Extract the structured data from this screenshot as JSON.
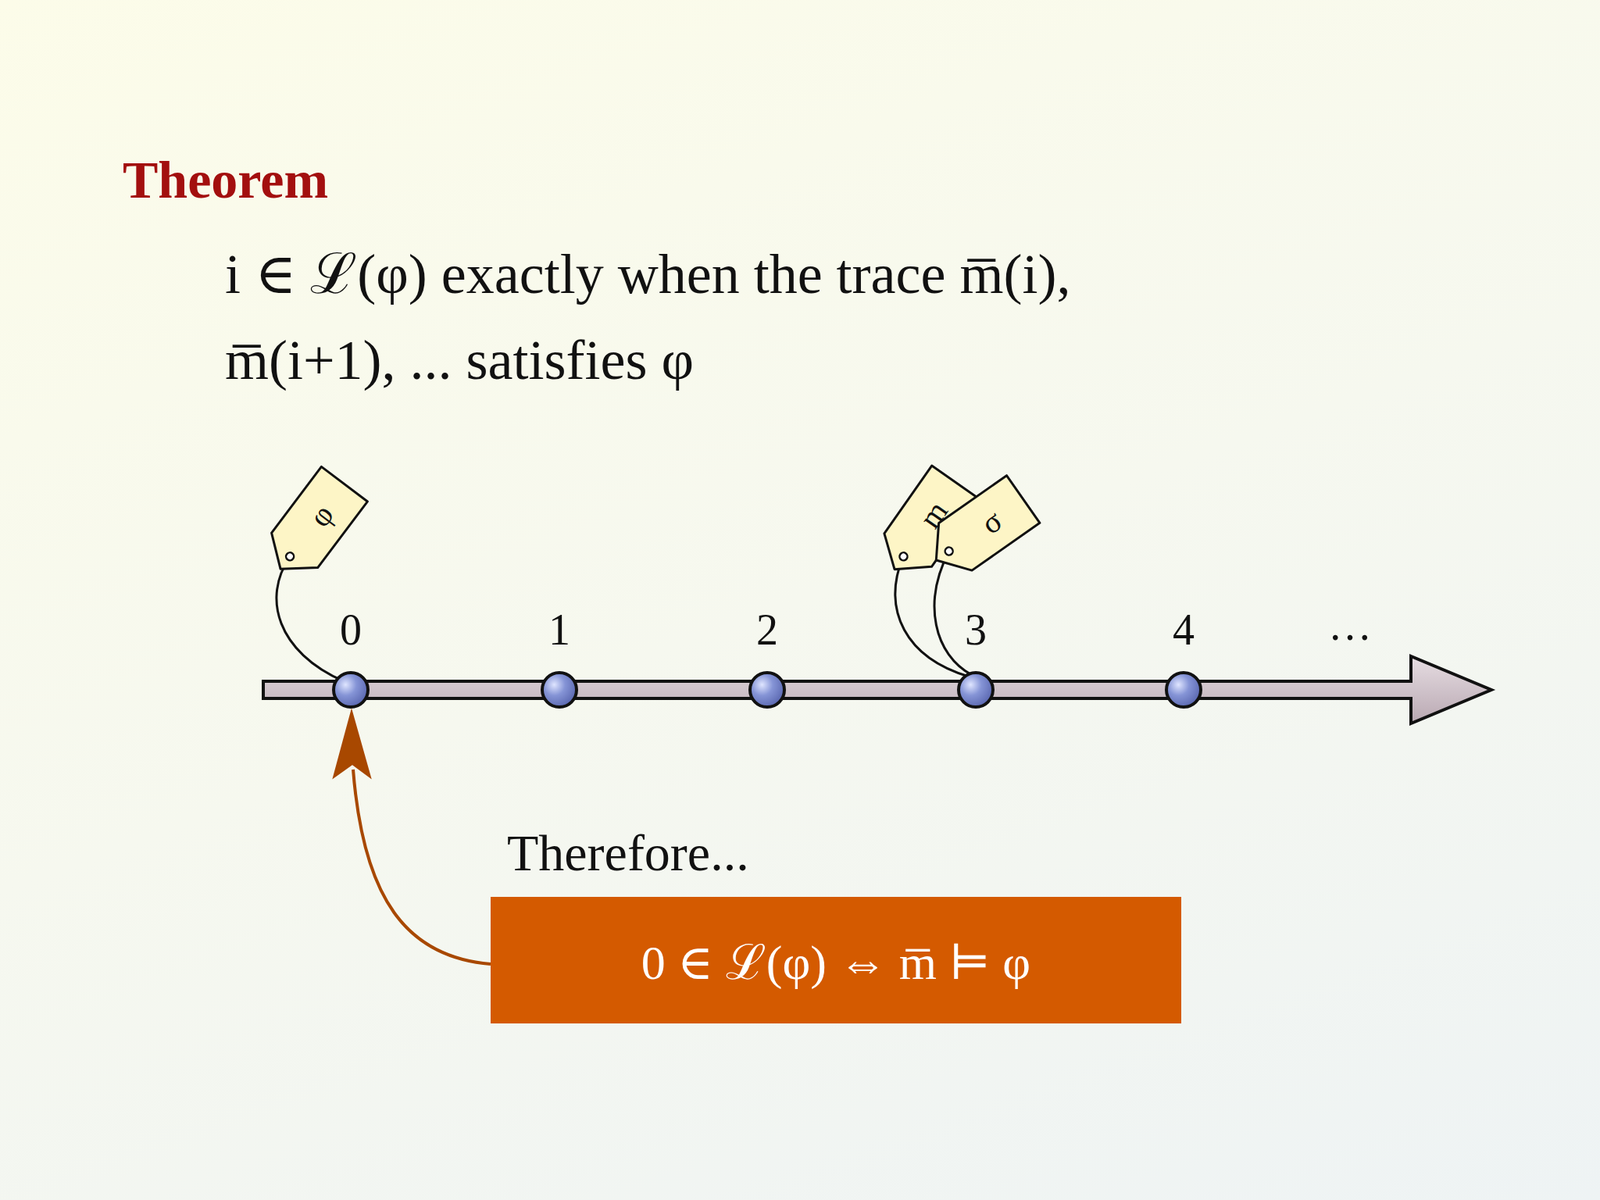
{
  "diagram": {
    "title": "Theorem",
    "nodes": [
      {
        "text": [
          "φ"
        ]
      },
      {
        "text": [
          "m"
        ]
      },
      {
        "text": [
          "σ"
        ]
      },
      {
        "text": [
          "0 ∈ ℒ(φ) ⇔ m̅ ⊨ φ"
        ]
      }
    ],
    "labels": [
      "i ∈ ℒ(φ) exactly when the trace m̅(i), m̅(i+1), ... satisfies φ",
      "0",
      "1",
      "2",
      "3",
      "4",
      "…",
      "Therefore..."
    ]
  }
}
